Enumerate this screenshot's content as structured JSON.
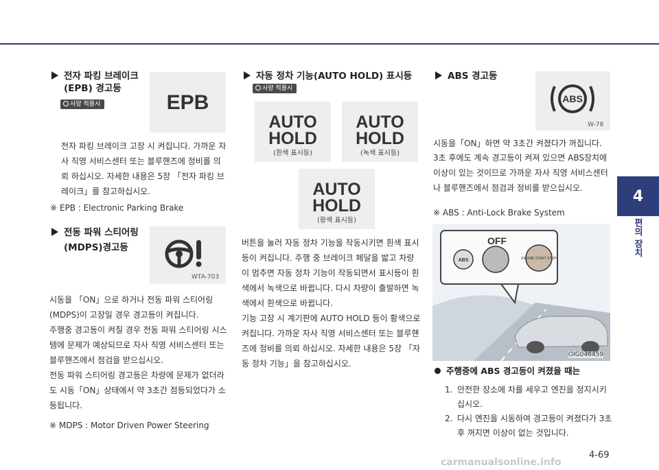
{
  "chapter": {
    "number": "4",
    "title": "편의 장치"
  },
  "page_number": "4-69",
  "watermark": "carmanualsonline.info",
  "badge_label": "사양 적용시",
  "epb": {
    "heading_line1": "전자 파킹 브레이크",
    "heading_line2": "(EPB) 경고등",
    "symbol": "EPB",
    "body": "전자 파킹 브레이크 고장 시 켜집니다. 가까운 자사 직영 서비스센터 또는 블루핸즈에 정비를 의뢰 하십시오. 자세한 내용은 5장 「전자 파킹 브레이크」를 참고하십시오.",
    "note": "※ EPB : Electronic Parking Brake"
  },
  "mdps": {
    "heading_line1": "전동 파워 스티어링",
    "heading_line2": "(MDPS)경고등",
    "code": "WTA-703",
    "body1": "시동을 「ON」으로 하거나 전동 파워 스티어링(MDPS)이 고장일 경우 경고등이 켜집니다.",
    "body2": "주행중 경고등이 켜질 경우 전동 파워 스티어링 시스템에 문제가 예상되므로 자사 직영 서비스센터 또는 블루핸즈에서 점검을 받으십시오.",
    "body3": "전동 파워 스티어링 경고등은 차량에 문제가 없더라도 시동「ON」상태에서 약 3초간 점등되었다가 소등됩니다.",
    "note": "※ MDPS : Motor Driven Power Steering"
  },
  "autohold": {
    "heading": "자동 정차 기능(AUTO HOLD) 표시등",
    "symbol_line1": "AUTO",
    "symbol_line2": "HOLD",
    "white_label": "(흰색 표시등)",
    "green_label": "(녹색 표시등)",
    "amber_label": "(황색 표시등)",
    "body1": "버튼을 눌러 자동 정차 기능을 작동시키면 흰색 표시등이 켜집니다. 주행 중 브레이크 페달을 밟고 차량이 멈추면 자동 정차 기능이 작동되면서 표시등이 흰색에서 녹색으로 바뀝니다. 다시 차량이 출발하면 녹색에서 흰색으로 바뀝니다.",
    "body2": "기능 고장 시 계기판에 AUTO HOLD 등이 황색으로 켜집니다. 가까운 자사 직영 서비스센터 또는 블루핸즈에 정비를 의뢰 하십시오. 자세한 내용은 5장 「자동 정차 기능」을 참고하십시오."
  },
  "abs": {
    "heading": "ABS 경고등",
    "symbol": "ABS",
    "code": "W-78",
    "body1": "시동을「ON」하면 약 3초간 켜졌다가 꺼집니다.",
    "body2": "3초 후에도 계속 경고등이 켜져 있으면 ABS장치에 이상이 있는 것이므로 가까운 자사 직영 서비스센터나 블루핸즈에서 점검과 정비를 받으십시오.",
    "note": "※ ABS : Anti-Lock Brake System",
    "illus_off": "OFF",
    "illus_abs": "ABS",
    "illus_button": "ENGINE START STOP",
    "illus_code": "OIG046459",
    "sub_heading": "주행중에 ABS 경고등이 켜졌을 때는",
    "step1_num": "1.",
    "step1": "안전한 장소에 차를 세우고 엔진을 정지시키십시오.",
    "step2_num": "2.",
    "step2": "다시 엔진을 시동하여 경고등이 켜졌다가 3초후 꺼지면 이상이 없는 것입니다."
  },
  "colors": {
    "accent": "#2e3e7a",
    "white_ind": "#333333",
    "green_ind": "#333333",
    "amber_ind": "#333333"
  }
}
